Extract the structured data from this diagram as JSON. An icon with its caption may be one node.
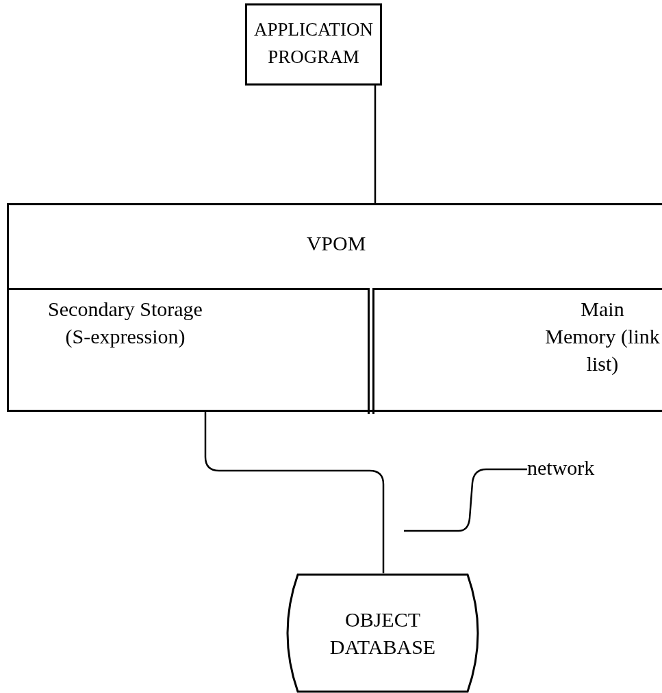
{
  "diagram": {
    "nodes": [
      {
        "text": [
          "APPLICATION PROGRAM"
        ]
      },
      {
        "text": [
          "VPOM"
        ]
      },
      {
        "text": [
          "Secondary Storage (S-expression)"
        ],
        "in": 1
      },
      {
        "text": [
          "Main Memory (link list)"
        ],
        "in": 1
      },
      {
        "text": [
          "OBJECT DATABASE"
        ]
      },
      {
        "text": [
          "network"
        ]
      }
    ],
    "edges": [
      {
        "from": 0,
        "to": 1,
        "arrow": "none"
      },
      {
        "from": 2,
        "to": 4,
        "arrow": "none"
      },
      {
        "from": 5,
        "to": null,
        "arrow": "none"
      }
    ]
  }
}
